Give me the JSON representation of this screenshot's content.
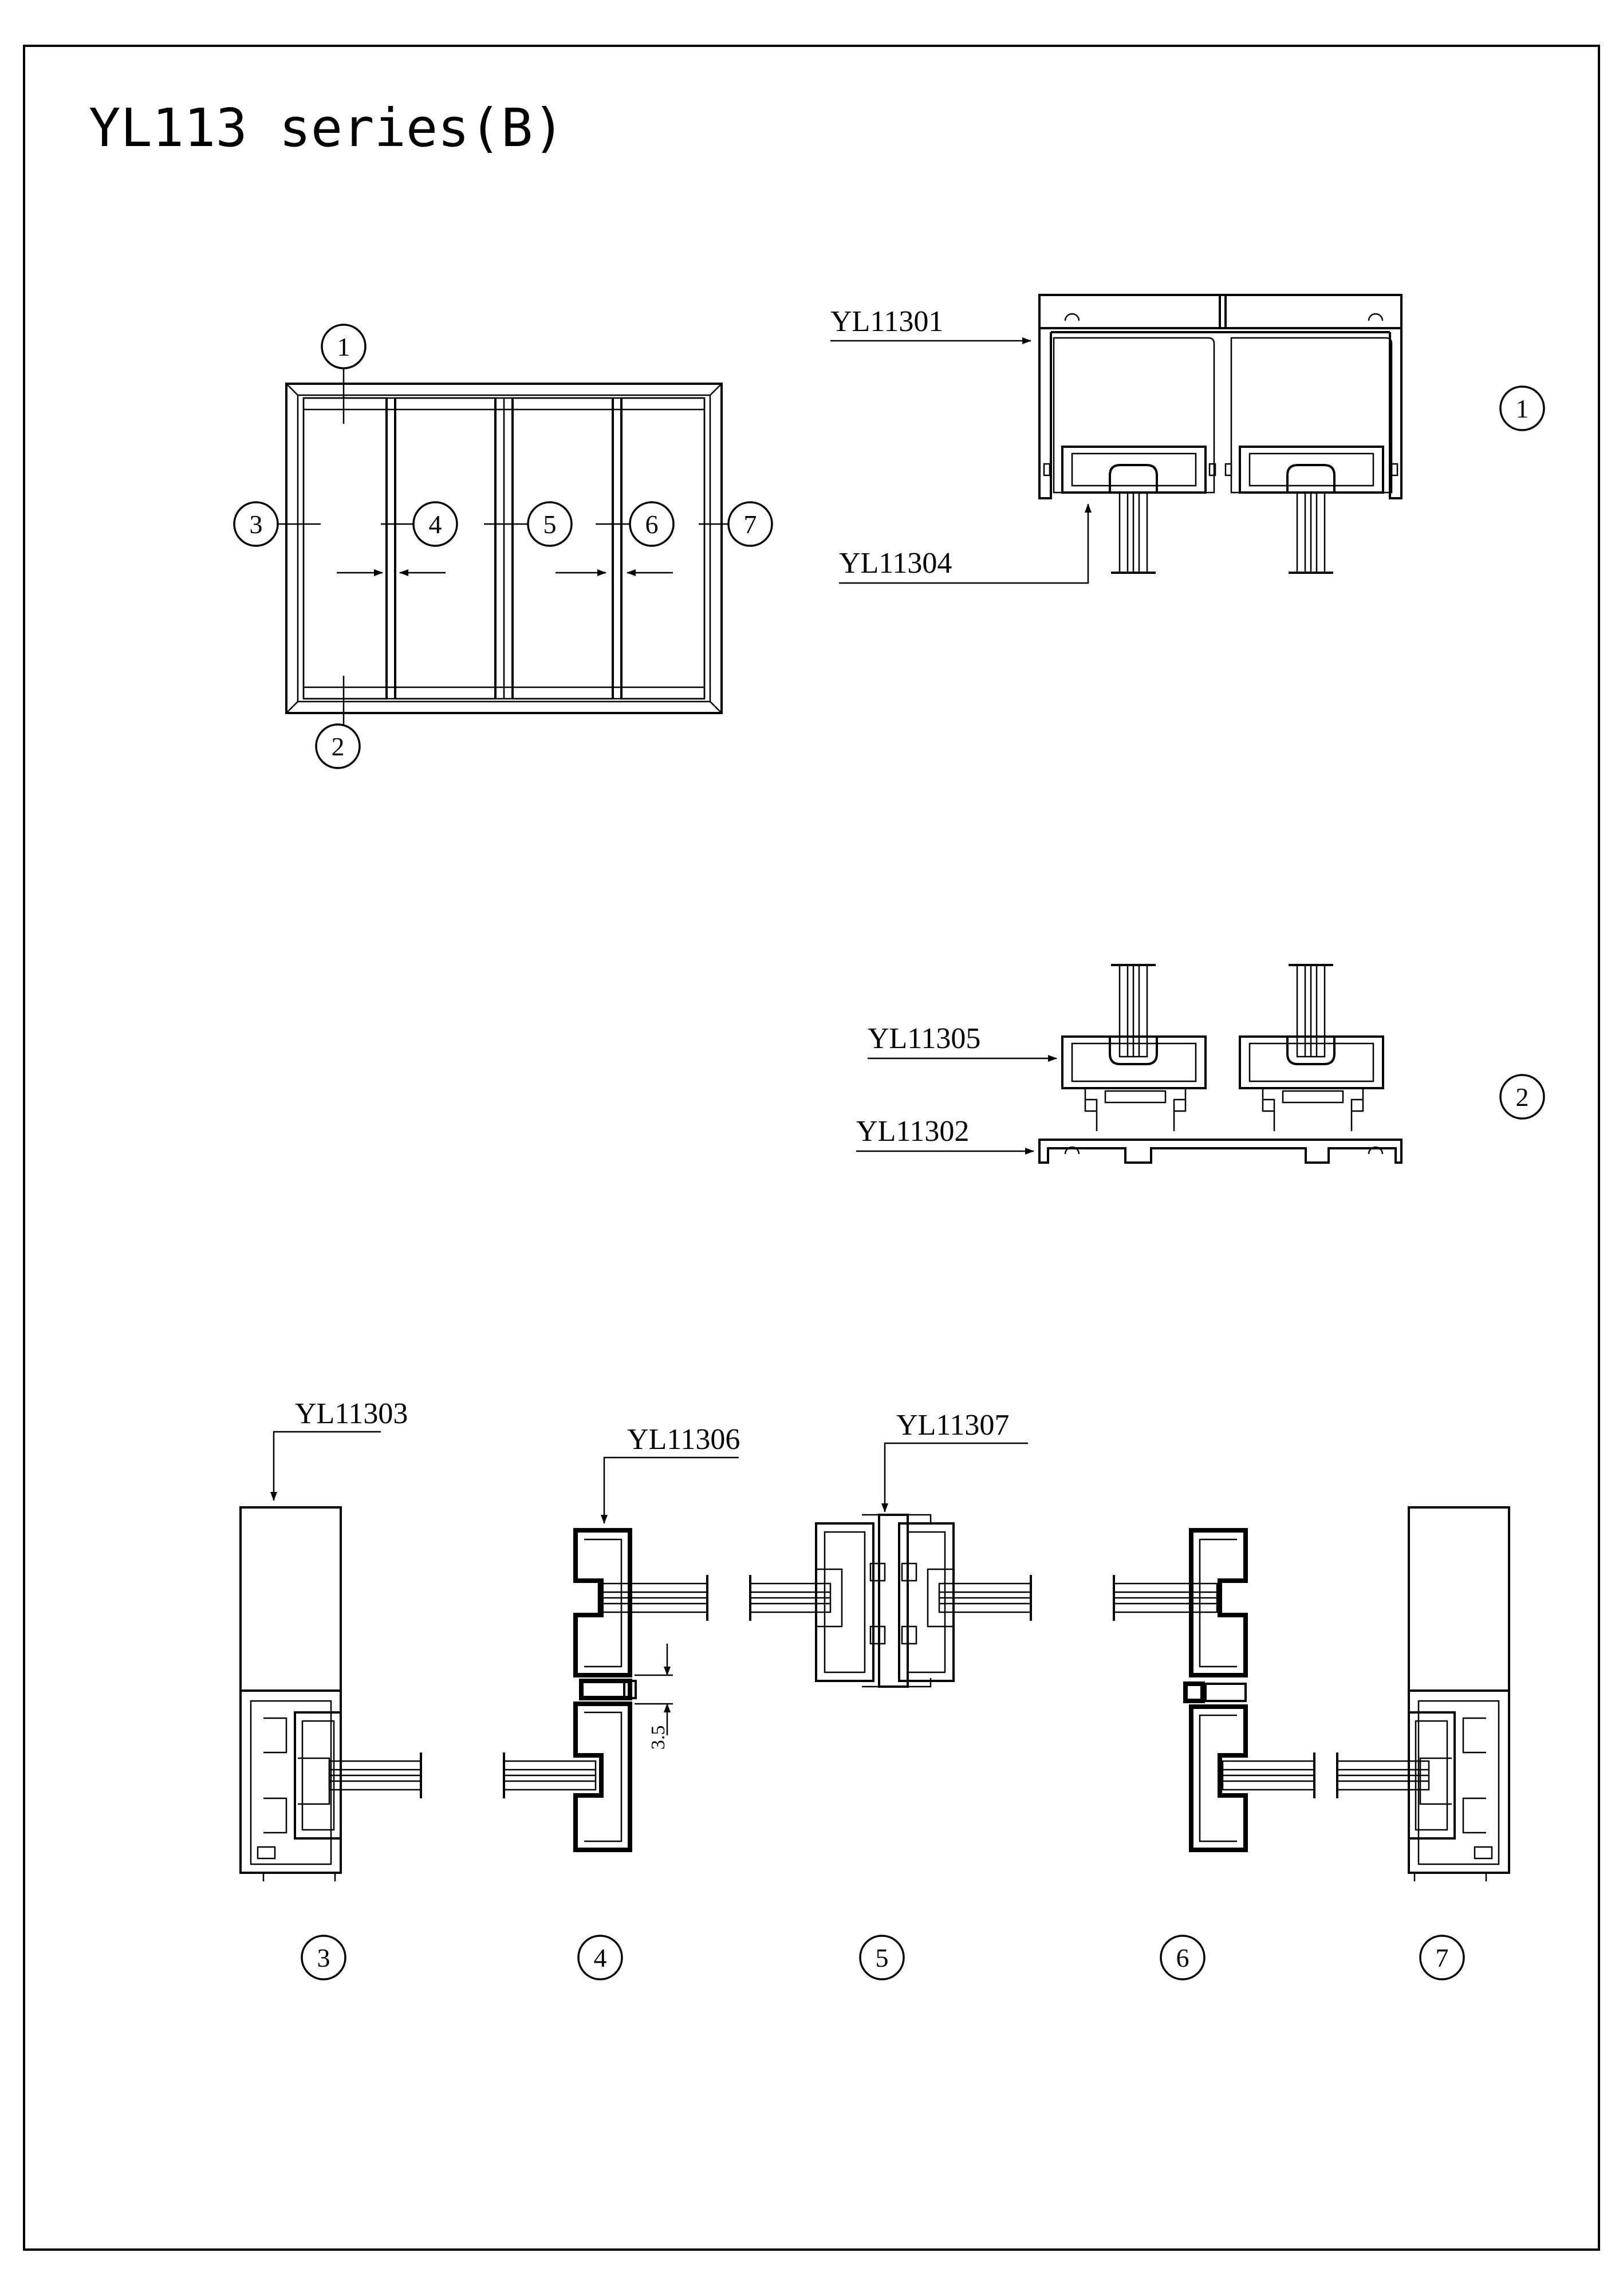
{
  "title": "YL113 series(B)",
  "overview": {
    "callouts": [
      "1",
      "2",
      "3",
      "4",
      "5",
      "6",
      "7"
    ]
  },
  "section1": {
    "callout": "1",
    "parts": [
      "YL11301",
      "YL11304"
    ]
  },
  "section2": {
    "callout": "2",
    "parts": [
      "YL11305",
      "YL11302"
    ]
  },
  "vertical_sections": [
    {
      "callout": "3",
      "part": "YL11303"
    },
    {
      "callout": "4",
      "part": "YL11306",
      "dimension": "3.5"
    },
    {
      "callout": "5",
      "part": "YL11307"
    },
    {
      "callout": "6",
      "part": ""
    },
    {
      "callout": "7",
      "part": ""
    }
  ]
}
